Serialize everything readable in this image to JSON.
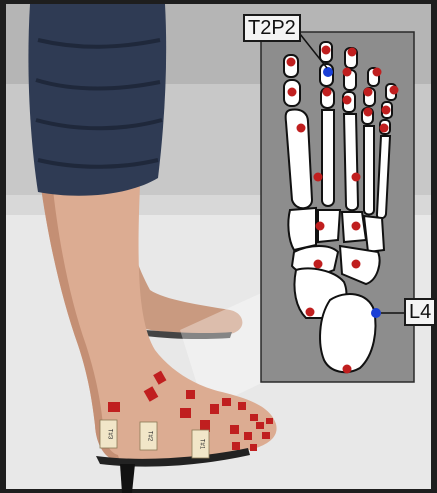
{
  "labels": {
    "callout_top": "T2P2",
    "callout_right": "L4",
    "patch_tags": [
      "T#3",
      "T#2",
      "T#1"
    ]
  },
  "colors": {
    "background_wall": "#c8c8c8",
    "floor": "#e6e6e6",
    "pants": "#2e3a52",
    "skin": "#d9a98f",
    "inset_panel": "#8d8d8d",
    "bone": "#ffffff",
    "sensor_red": "#c01f1f",
    "sensor_highlight_blue": "#1a3fd6"
  },
  "legend_like": {
    "red_markers": "sensor",
    "blue_markers": "highlighted sensor"
  }
}
